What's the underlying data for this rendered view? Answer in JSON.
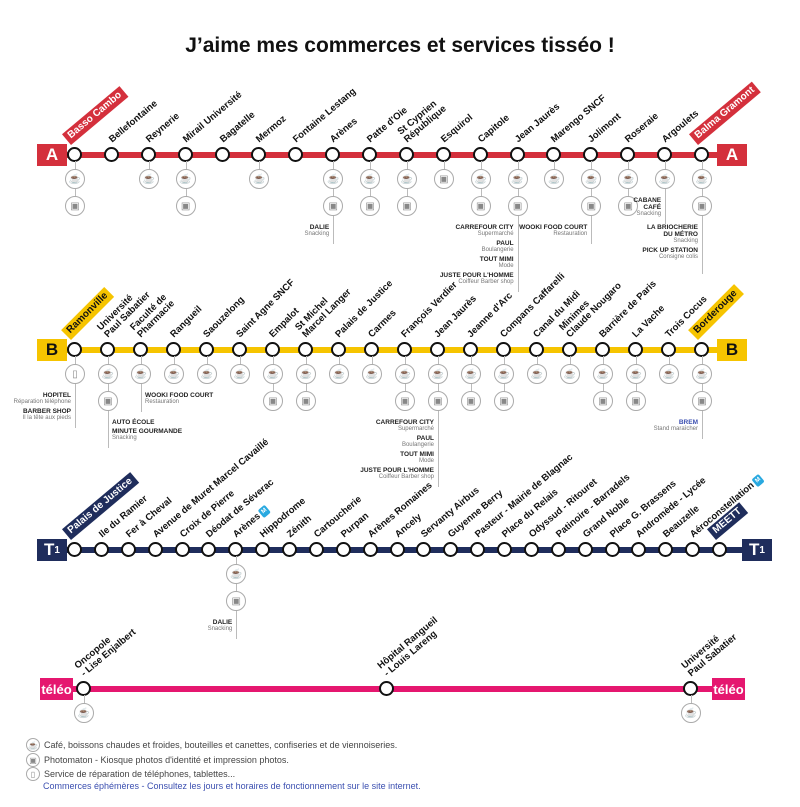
{
  "title": "J’aime mes commerces et services tisséo !",
  "colors": {
    "line_a": "#d4303c",
    "line_b": "#f6c400",
    "line_t1": "#1f2d5c",
    "teleo": "#e5176f",
    "metro_badge": "#29a9e0",
    "note": "#3b4fb0"
  },
  "icons": {
    "cafe": "coffee-cup-icon",
    "photo": "photobooth-icon",
    "phone": "phone-repair-icon"
  },
  "lines": [
    {
      "id": "a",
      "badge": "A",
      "color": "#d4303c",
      "badge_text_color": "#ffffff",
      "stations": [
        {
          "name": "Basso Cambo",
          "terminus": true,
          "services": [
            "cafe",
            "photo"
          ]
        },
        {
          "name": "Bellefontaine",
          "services": []
        },
        {
          "name": "Reynerie",
          "services": [
            "cafe"
          ]
        },
        {
          "name": "Mirail Université",
          "services": [
            "cafe",
            "photo"
          ]
        },
        {
          "name": "Bagatelle",
          "services": []
        },
        {
          "name": "Mermoz",
          "services": [
            "cafe"
          ]
        },
        {
          "name": "Fontaine Lestang",
          "services": []
        },
        {
          "name": "Arènes",
          "services": [
            "cafe",
            "photo"
          ],
          "shops": [
            {
              "name": "DALIE",
              "type": "Snacking"
            }
          ]
        },
        {
          "name": "Patte d'Oie",
          "services": [
            "cafe",
            "photo"
          ]
        },
        {
          "name": "St Cyprien\nRépublique",
          "services": [
            "cafe",
            "photo"
          ]
        },
        {
          "name": "Esquirol",
          "services": [
            "photo"
          ]
        },
        {
          "name": "Capitole",
          "services": [
            "cafe",
            "photo"
          ]
        },
        {
          "name": "Jean Jaurès",
          "services": [
            "cafe",
            "photo"
          ],
          "shops": [
            {
              "name": "CARREFOUR CITY",
              "type": "Supermarché"
            },
            {
              "name": "PAUL",
              "type": "Boulangerie"
            },
            {
              "name": "TOUT MIMI",
              "type": "Mode"
            },
            {
              "name": "JUSTE POUR L'HOMME",
              "type": "Coiffeur Barber shop"
            }
          ]
        },
        {
          "name": "Marengo SNCF",
          "services": [
            "cafe"
          ]
        },
        {
          "name": "Jolimont",
          "services": [
            "cafe",
            "photo"
          ],
          "shops": [
            {
              "name": "WOOKI FOOD COURT",
              "type": "Restauration"
            }
          ]
        },
        {
          "name": "Roseraie",
          "services": [
            "cafe",
            "photo"
          ]
        },
        {
          "name": "Argoulets",
          "services": [
            "cafe"
          ],
          "shops": [
            {
              "name": "CABANE CAFÉ",
              "type": "Snacking"
            }
          ]
        },
        {
          "name": "Balma Gramont",
          "terminus": true,
          "services": [
            "cafe",
            "photo"
          ],
          "shops": [
            {
              "name": "LA BRIOCHERIE DU MÉTRO",
              "type": "Snacking"
            },
            {
              "name": "PICK UP STATION",
              "type": "Consigne colis"
            }
          ]
        }
      ]
    },
    {
      "id": "b",
      "badge": "B",
      "color": "#f6c400",
      "badge_text_color": "#111111",
      "stations": [
        {
          "name": "Ramonville",
          "terminus": true,
          "services": [
            "phone"
          ],
          "shops": [
            {
              "name": "HOPITEL",
              "type": "Réparation téléphone"
            },
            {
              "name": "BARBER SHOP",
              "type": "Il la tête aux pieds"
            }
          ]
        },
        {
          "name": "Université\nPaul Sabatier",
          "services": [
            "cafe",
            "photo"
          ],
          "shops_right": true,
          "shops": [
            {
              "name": "AUTO ÉCOLE",
              "type": ""
            },
            {
              "name": "MINUTE GOURMANDE",
              "type": "Snacking"
            }
          ]
        },
        {
          "name": "Faculté de\nPharmacie",
          "services": [
            "cafe"
          ],
          "shops_right": true,
          "shops": [
            {
              "name": "WOOKI FOOD COURT",
              "type": "Restauration"
            }
          ]
        },
        {
          "name": "Rangueil",
          "services": [
            "cafe"
          ]
        },
        {
          "name": "Saouzelong",
          "services": [
            "cafe"
          ]
        },
        {
          "name": "Saint Agne SNCF",
          "services": [
            "cafe"
          ]
        },
        {
          "name": "Empalot",
          "services": [
            "cafe",
            "photo"
          ]
        },
        {
          "name": "St Michel\nMarcel Langer",
          "services": [
            "cafe",
            "photo"
          ]
        },
        {
          "name": "Palais de Justice",
          "services": [
            "cafe"
          ]
        },
        {
          "name": "Carmes",
          "services": [
            "cafe"
          ]
        },
        {
          "name": "François Verdier",
          "services": [
            "cafe",
            "photo"
          ]
        },
        {
          "name": "Jean Jaurès",
          "services": [
            "cafe",
            "photo"
          ],
          "shops": [
            {
              "name": "CARREFOUR CITY",
              "type": "Supermarché"
            },
            {
              "name": "PAUL",
              "type": "Boulangerie"
            },
            {
              "name": "TOUT MIMI",
              "type": "Mode"
            },
            {
              "name": "JUSTE POUR L'HOMME",
              "type": "Coiffeur Barber shop"
            }
          ]
        },
        {
          "name": "Jeanne d'Arc",
          "services": [
            "cafe",
            "photo"
          ]
        },
        {
          "name": "Compans Caffarelli",
          "services": [
            "cafe",
            "photo"
          ]
        },
        {
          "name": "Canal du Midi",
          "services": [
            "cafe"
          ]
        },
        {
          "name": "Minimes\nClaude Nougaro",
          "services": [
            "cafe"
          ]
        },
        {
          "name": "Barrière de Paris",
          "services": [
            "cafe",
            "photo"
          ]
        },
        {
          "name": "La Vache",
          "services": [
            "cafe",
            "photo"
          ]
        },
        {
          "name": "Trois Cocus",
          "services": [
            "cafe"
          ]
        },
        {
          "name": "Borderouge",
          "terminus": true,
          "services": [
            "cafe",
            "photo"
          ],
          "shops": [
            {
              "name": "BREM",
              "type": "Stand maraîcher",
              "ephemeral": true
            }
          ]
        }
      ]
    },
    {
      "id": "t1",
      "badge": "T",
      "badge_sub": "1",
      "color": "#1f2d5c",
      "badge_text_color": "#ffffff",
      "stations": [
        {
          "name": "Palais de Justice",
          "terminus": true,
          "services": []
        },
        {
          "name": "Ile du Ramier",
          "services": []
        },
        {
          "name": "Fer à Cheval",
          "services": []
        },
        {
          "name": "Avenue de Muret\nMarcel Cavaillé",
          "services": []
        },
        {
          "name": "Croix de Pierre",
          "services": []
        },
        {
          "name": "Déodat de Séverac",
          "services": []
        },
        {
          "name": "Arènes",
          "metro": "M",
          "services": [
            "cafe",
            "photo"
          ],
          "shops": [
            {
              "name": "DALIE",
              "type": "Snacking"
            }
          ]
        },
        {
          "name": "Hippodrome",
          "services": []
        },
        {
          "name": "Zénith",
          "services": []
        },
        {
          "name": "Cartoucherie",
          "services": []
        },
        {
          "name": "Purpan",
          "services": []
        },
        {
          "name": "Arènes Romaines",
          "services": []
        },
        {
          "name": "Ancely",
          "services": []
        },
        {
          "name": "Servanty Airbus",
          "services": []
        },
        {
          "name": "Guyenne Berry",
          "services": []
        },
        {
          "name": "Pasteur - Mairie\nde Blagnac",
          "services": []
        },
        {
          "name": "Place du Relais",
          "services": []
        },
        {
          "name": "Odyssud - Ritouret",
          "services": []
        },
        {
          "name": "Patinoire - Barradels",
          "services": []
        },
        {
          "name": "Grand Noble",
          "services": []
        },
        {
          "name": "Place G. Brassens",
          "services": []
        },
        {
          "name": "Andromède - Lycée",
          "services": []
        },
        {
          "name": "Beauzelle",
          "services": []
        },
        {
          "name": "Aéroconstellation",
          "metro": "M",
          "services": []
        },
        {
          "name": "MEETT",
          "terminus": true,
          "services": []
        }
      ]
    },
    {
      "id": "teleo",
      "badge": "téléo",
      "color": "#e5176f",
      "badge_text_color": "#ffffff",
      "stations": [
        {
          "name": "Oncopole\n- Lise Enjalbert",
          "services": [
            "cafe"
          ]
        },
        {
          "name": "Hôpital Rangueil\n- Louis Lareng",
          "services": []
        },
        {
          "name": "Université\nPaul Sabatier",
          "services": [
            "cafe"
          ]
        }
      ]
    }
  ],
  "legend": [
    {
      "icon": "cafe",
      "text": "Café, boissons chaudes et froides, bouteilles et canettes, confiseries et de viennoiseries."
    },
    {
      "icon": "photo",
      "text": "Photomaton - Kiosque photos d'identité et impression photos."
    },
    {
      "icon": "phone",
      "text": "Service de réparation de téléphones, tablettes..."
    }
  ],
  "legend_note": "Commerces éphémères - Consultez les jours et horaires de fonctionnement sur le site internet."
}
